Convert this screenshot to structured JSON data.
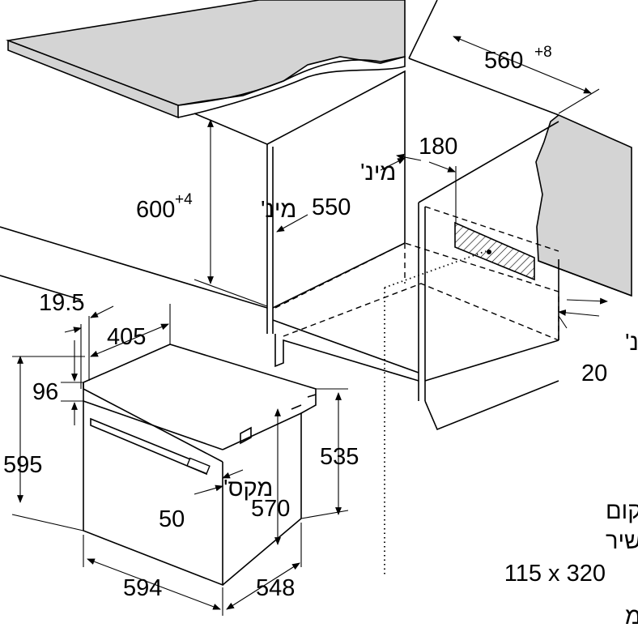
{
  "title": "מידות במ\"מ",
  "dimensions": {
    "niche_width": "560",
    "niche_width_tol": "+8",
    "niche_height": "600",
    "niche_height_tol": "+4",
    "niche_height_prefix": "מינ'",
    "niche_depth_prefix": "מינ'",
    "niche_depth": "550",
    "rear_gap": "180",
    "bottom_gap_prefix": "מינ'",
    "bottom_gap": "20",
    "oven_offset": "19.5",
    "oven_405": "405",
    "oven_96": "96",
    "oven_height": "595",
    "oven_535": "535",
    "oven_570": "570",
    "max_prefix": "מקס'",
    "max_value": "50",
    "oven_width": "594",
    "oven_depth": "548"
  },
  "connection": {
    "line1": "מקום",
    "line2": "לחיבור המכשיר",
    "size": "115 x 320"
  }
}
